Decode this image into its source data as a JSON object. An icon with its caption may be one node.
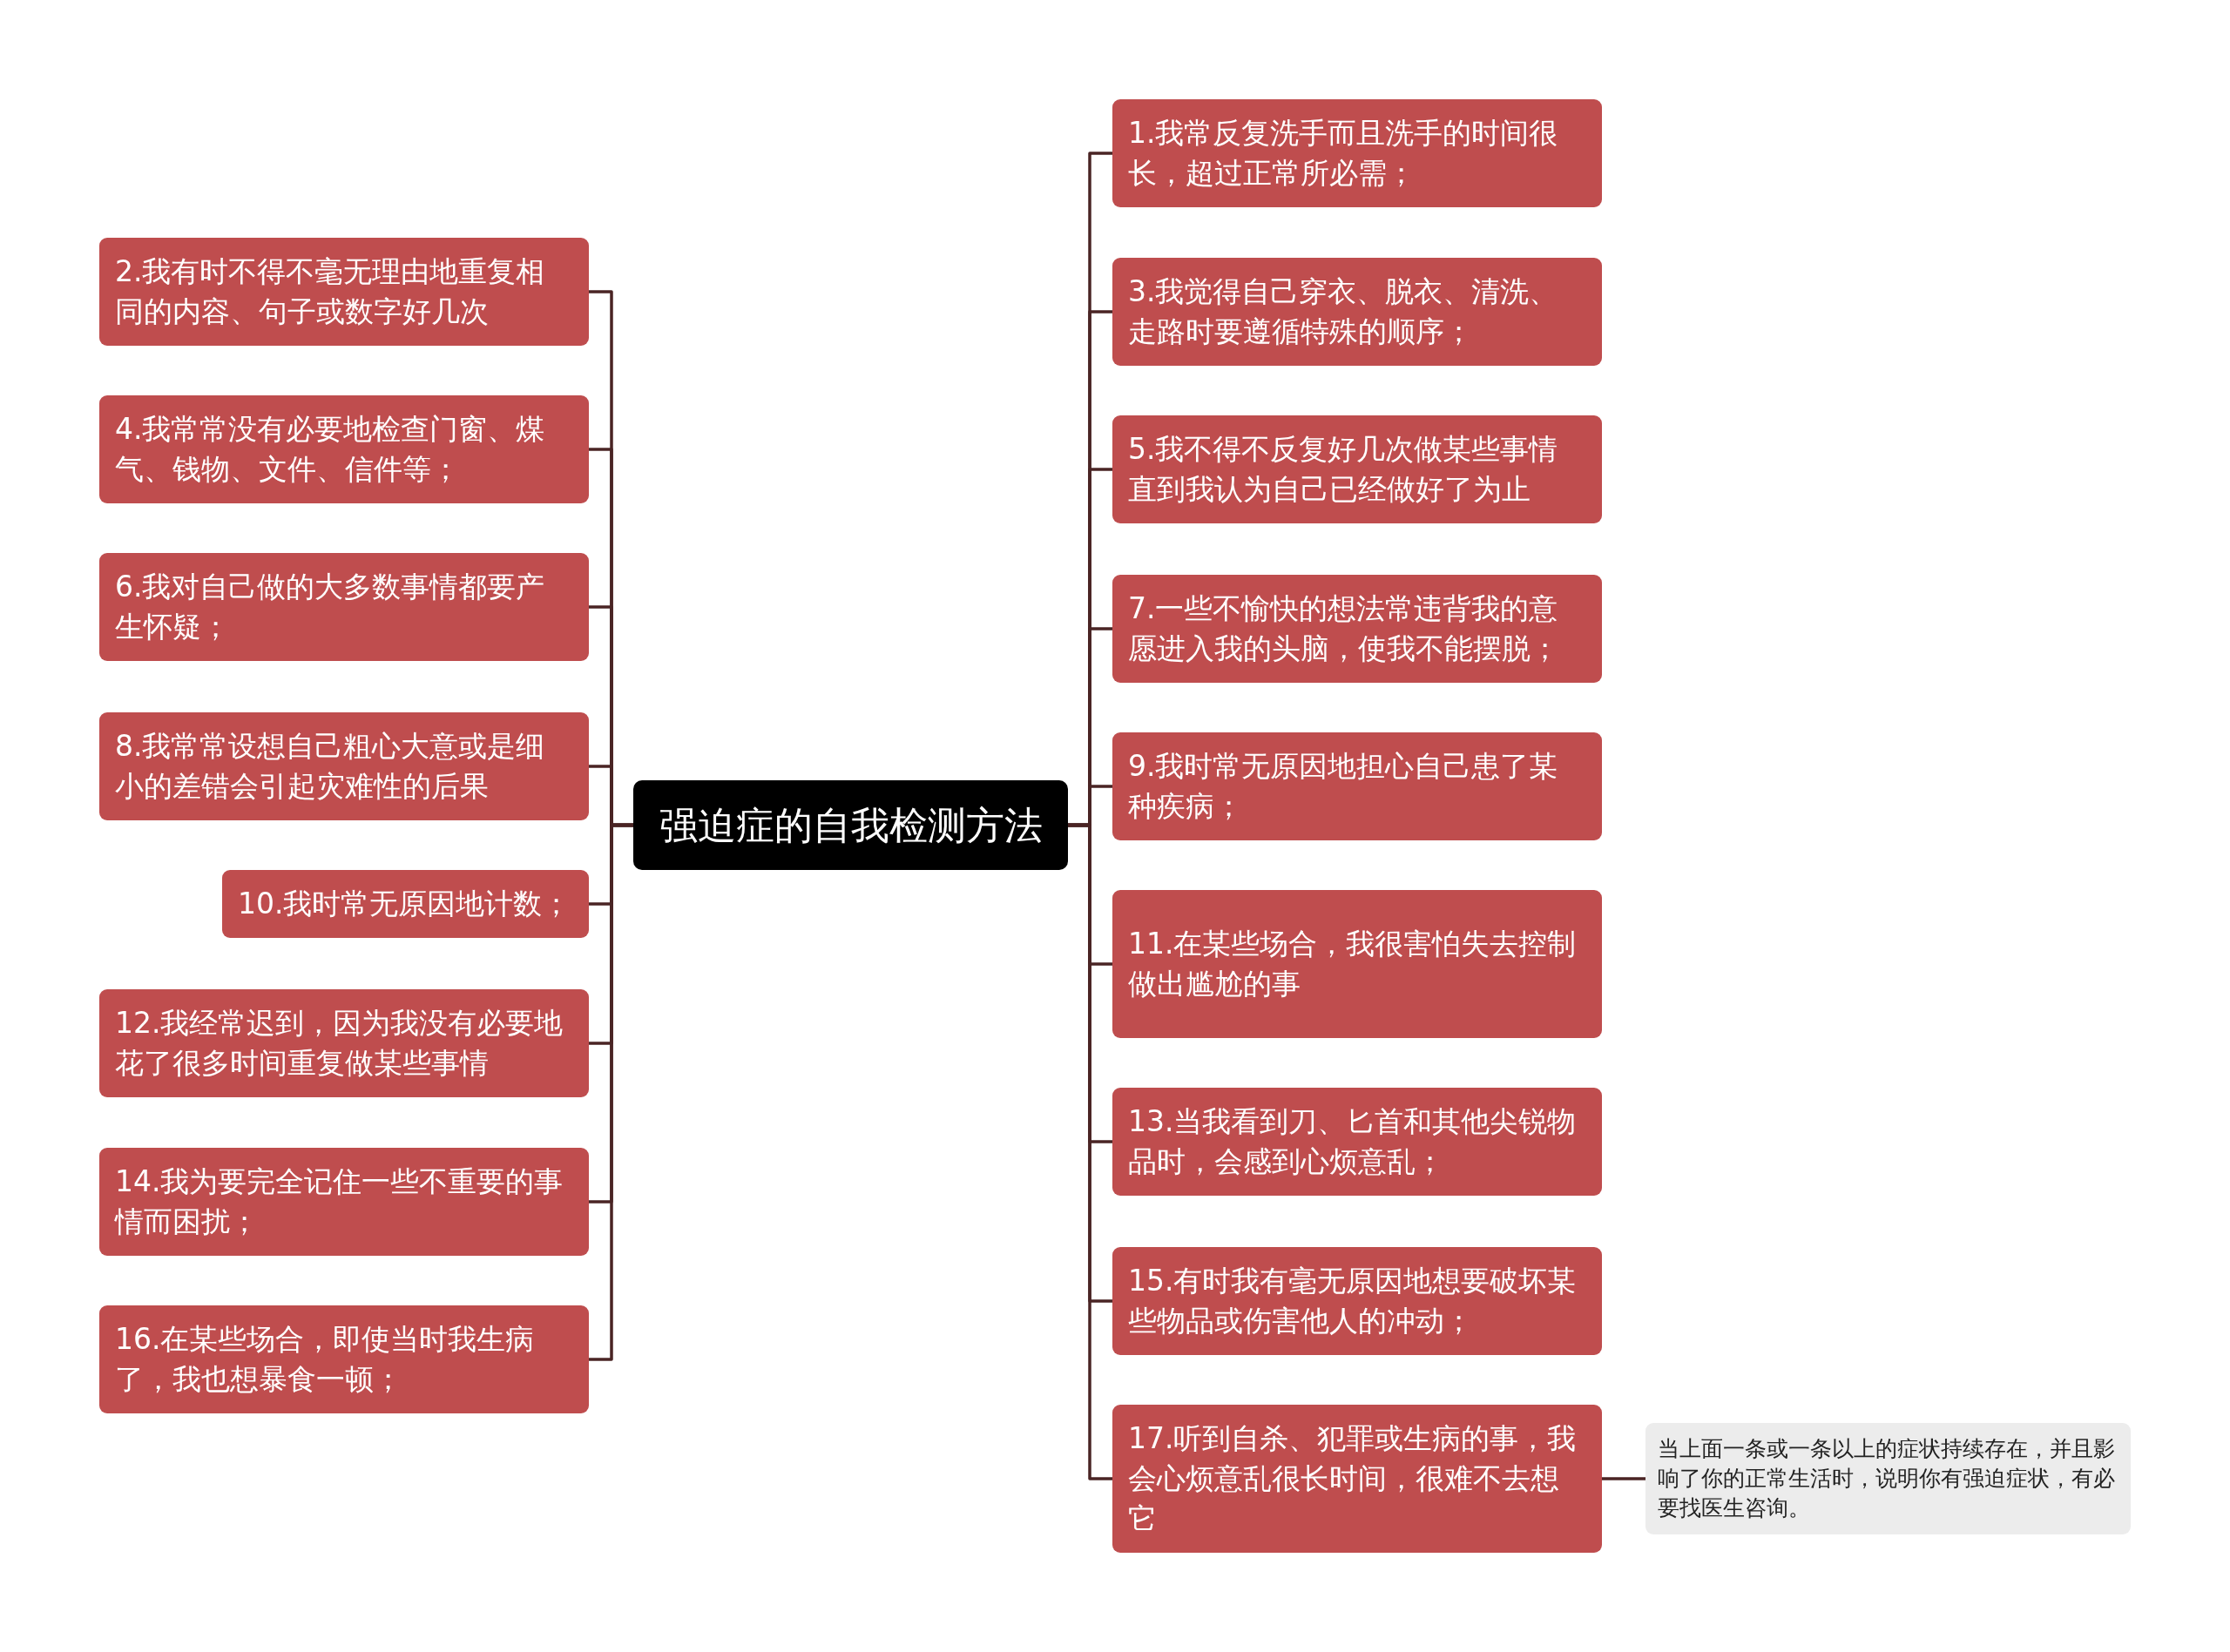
{
  "diagram": {
    "nodes": [
      {
        "text": [
          "强迫症的自我检测方法"
        ]
      },
      {
        "text": [
          "1.我常反复洗手而且洗手的时间很长，超过正常所必需；"
        ]
      },
      {
        "text": [
          "2.我有时不得不毫无理由地重复相同的内容、句子或数字好几次"
        ]
      },
      {
        "text": [
          "3.我觉得自己穿衣、脱衣、清洗、走路时要遵循特殊的顺序；"
        ]
      },
      {
        "text": [
          "4.我常常没有必要地检查门窗、煤气、钱物、文件、信件等；"
        ]
      },
      {
        "text": [
          "5.我不得不反复好几次做某些事情直到我认为自己已经做好了为止"
        ]
      },
      {
        "text": [
          "6.我对自己做的大多数事情都要产生怀疑；"
        ]
      },
      {
        "text": [
          "7.一些不愉快的想法常违背我的意愿进入我的头脑，使我不能摆脱；"
        ]
      },
      {
        "text": [
          "8.我常常设想自己粗心大意或是细小的差错会引起灾难性的后果"
        ]
      },
      {
        "text": [
          "9.我时常无原因地担心自己患了某种疾病；"
        ]
      },
      {
        "text": [
          "10.我时常无原因地计数；"
        ]
      },
      {
        "text": [
          "11.在某些场合，我很害怕失去控制做出尴尬的事"
        ]
      },
      {
        "text": [
          "12.我经常迟到，因为我没有必要地花了很多时间重复做某些事情"
        ]
      },
      {
        "text": [
          "13.当我看到刀、匕首和其他尖锐物品时，会感到心烦意乱；"
        ]
      },
      {
        "text": [
          "14.我为要完全记住一些不重要的事情而困扰；"
        ]
      },
      {
        "text": [
          "15.有时我有毫无原因地想要破坏某些物品或伤害他人的冲动；"
        ]
      },
      {
        "text": [
          "16.在某些场合，即使当时我生病了，我也想暴食一顿；"
        ]
      },
      {
        "text": [
          "17.听到自杀、犯罪或生病的事，我会心烦意乱很长时间，很难不去想它"
        ]
      },
      {
        "text": [
          "当上面一条或一条以上的症状持续存在，并且影响了你的正常生活时，说明你有强迫症状，有必要找医生咨询。"
        ]
      }
    ],
    "edges": [
      {
        "from": 0,
        "to": 1,
        "arrow": "none"
      },
      {
        "from": 0,
        "to": 2,
        "arrow": "none"
      },
      {
        "from": 0,
        "to": 3,
        "arrow": "none"
      },
      {
        "from": 0,
        "to": 4,
        "arrow": "none"
      },
      {
        "from": 0,
        "to": 5,
        "arrow": "none"
      },
      {
        "from": 0,
        "to": 6,
        "arrow": "none"
      },
      {
        "from": 0,
        "to": 7,
        "arrow": "none"
      },
      {
        "from": 0,
        "to": 8,
        "arrow": "none"
      },
      {
        "from": 0,
        "to": 9,
        "arrow": "none"
      },
      {
        "from": 0,
        "to": 10,
        "arrow": "none"
      },
      {
        "from": 0,
        "to": 11,
        "arrow": "none"
      },
      {
        "from": 0,
        "to": 12,
        "arrow": "none"
      },
      {
        "from": 0,
        "to": 13,
        "arrow": "none"
      },
      {
        "from": 0,
        "to": 14,
        "arrow": "none"
      },
      {
        "from": 0,
        "to": 15,
        "arrow": "none"
      },
      {
        "from": 0,
        "to": 16,
        "arrow": "none"
      },
      {
        "from": 0,
        "to": 17,
        "arrow": "none"
      },
      {
        "from": 17,
        "to": 18,
        "arrow": "none"
      }
    ]
  }
}
